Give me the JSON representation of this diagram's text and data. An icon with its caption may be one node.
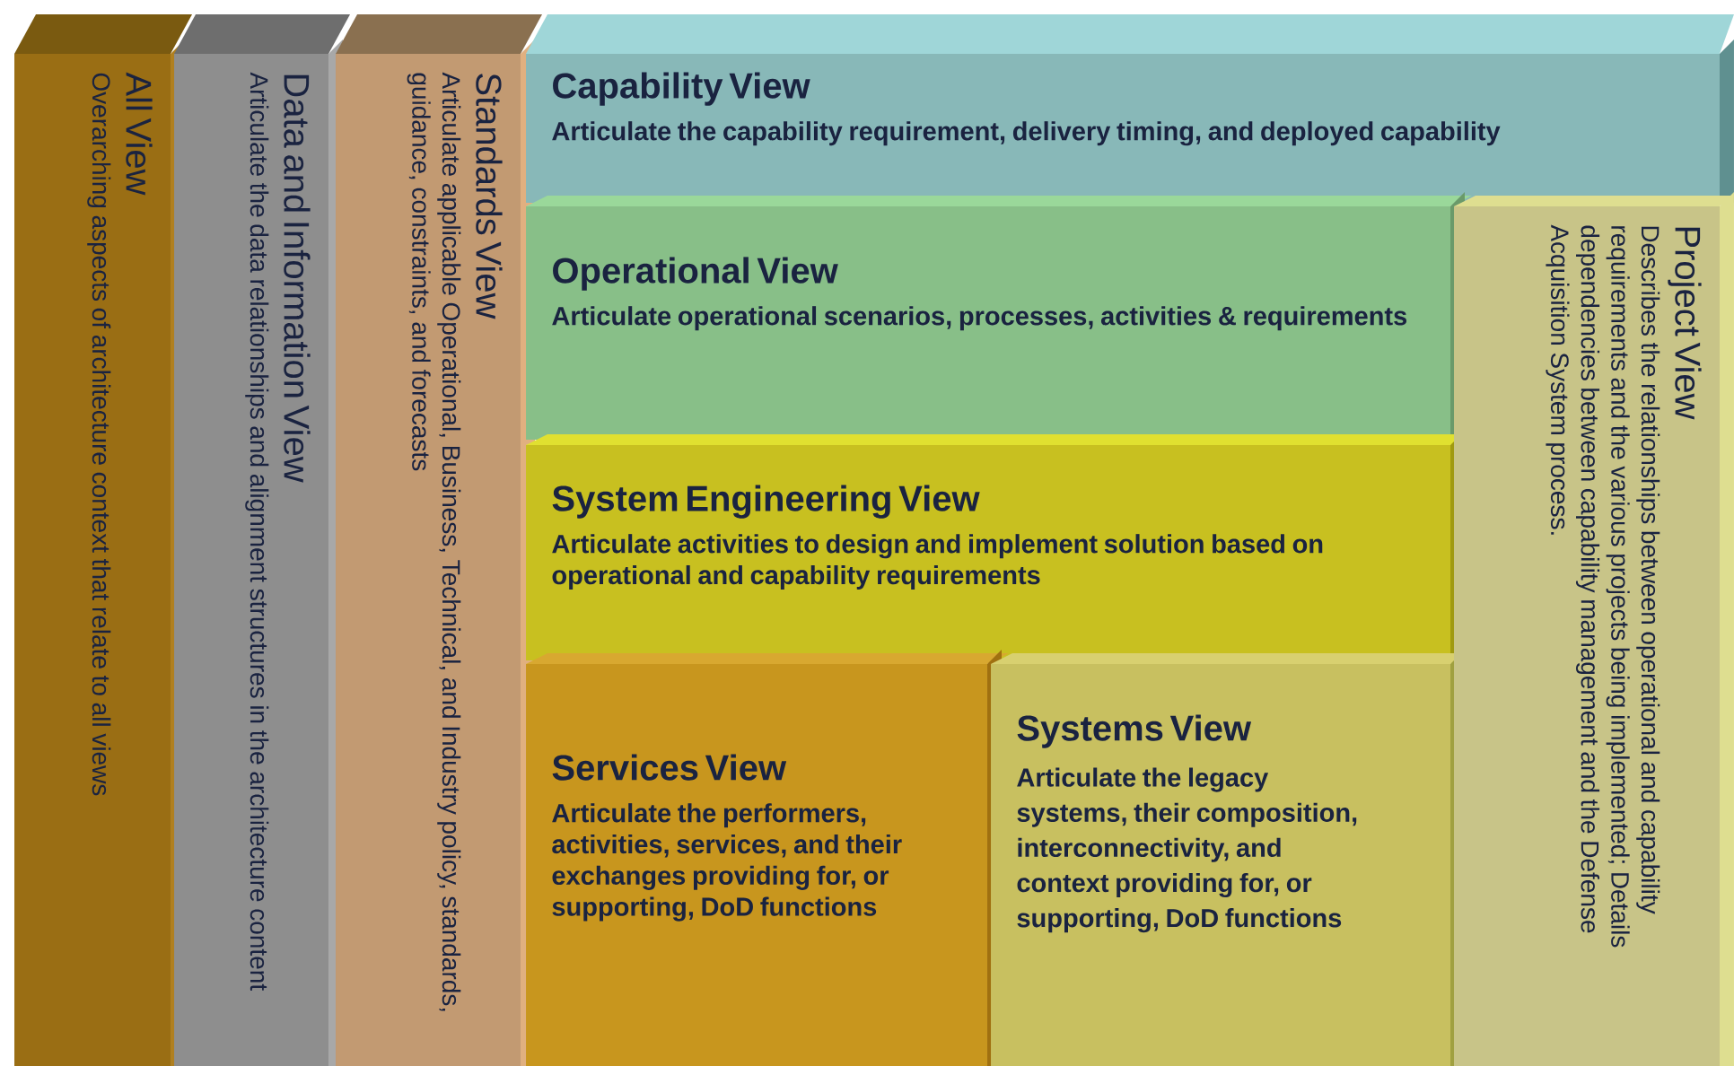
{
  "diagram": {
    "nodes": [
      {
        "text": [
          "All View",
          "Overarching aspects of architecture context that relate to all views"
        ]
      },
      {
        "text": [
          "Data and Information View",
          "Articulate the data relationships and alignment structures in the architecture content"
        ]
      },
      {
        "text": [
          "Standards View",
          "Articulate applicable Operational, Business, Technical, and Industry policy, standards, guidance, constraints, and forecasts"
        ]
      },
      {
        "text": [
          "Capability View",
          "Articulate the capability requirement, delivery timing, and deployed capability"
        ]
      },
      {
        "text": [
          "Operational View",
          "Articulate operational scenarios, processes, activities & requirements"
        ]
      },
      {
        "text": [
          "System Engineering View",
          "Articulate activities to design and implement solution based on operational and capability requirements"
        ]
      },
      {
        "text": [
          "Services View",
          "Articulate the performers, activities, services, and their exchanges providing for, or supporting, DoD functions"
        ]
      },
      {
        "text": [
          "Systems View",
          "Articulate the legacy systems, their composition, interconnectivity, and context providing for, or supporting, DoD functions"
        ]
      },
      {
        "text": [
          "Project View",
          "Describes the relationships between operational and capability requirements and the various projects being implemented; Details dependencies between capability management and the Defense Acquisition System process."
        ]
      }
    ]
  }
}
